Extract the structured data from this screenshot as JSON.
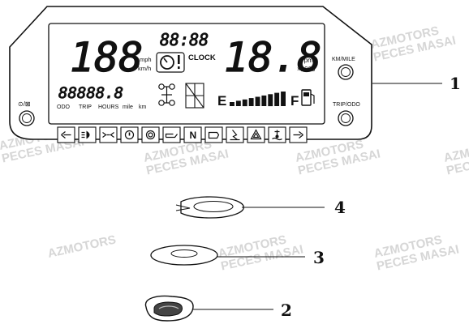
{
  "watermark": {
    "line1": "AZMOTORS",
    "line2": "PECES MASAI"
  },
  "display": {
    "digits_left": "188",
    "speed_units": [
      "mph",
      "km/h"
    ],
    "clock_digits": "88:88",
    "clock_label": "CLOCK",
    "rpm_digits": "18.8",
    "rpm_label": "rpm",
    "rpm_multiplier": "×1000",
    "odometer_digits": "88888.8",
    "odometer_labels": [
      "ODO",
      "TRIP",
      "HOURS",
      "mile",
      "km"
    ],
    "fuel_empty": "E",
    "fuel_full": "F",
    "fuel_segments": 9
  },
  "buttons": {
    "km_mile": "KM/MILE",
    "trip_odo": "TRIP/ODO",
    "clock_set": "⊙/⊠"
  },
  "indicators": [
    {
      "icon": "left-turn-icon"
    },
    {
      "icon": "headlight-icon"
    },
    {
      "icon": "position-light-icon"
    },
    {
      "icon": "brake-warning-icon"
    },
    {
      "icon": "parking-brake-icon"
    },
    {
      "icon": "oil-pressure-icon"
    },
    {
      "icon": "neutral-icon",
      "text": "N"
    },
    {
      "icon": "engine-check-icon"
    },
    {
      "icon": "four-wheel-drive-icon"
    },
    {
      "icon": "hazard-icon"
    },
    {
      "icon": "coolant-temp-icon"
    },
    {
      "icon": "right-turn-icon"
    }
  ],
  "callouts": [
    {
      "number": "1"
    },
    {
      "number": "4"
    },
    {
      "number": "3"
    },
    {
      "number": "2"
    }
  ]
}
